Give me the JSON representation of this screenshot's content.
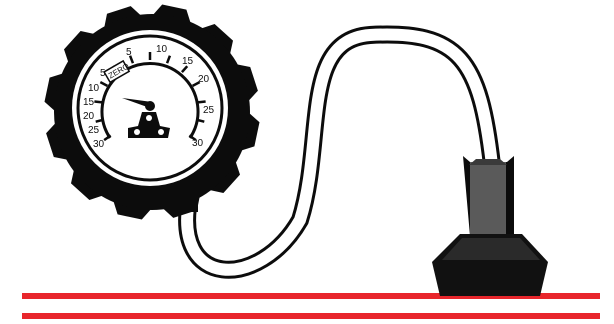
{
  "gauge": {
    "left_scale_labels": [
      "5",
      "10",
      "15",
      "20",
      "25",
      "30"
    ],
    "zero_label": "ZERO",
    "right_scale_labels": [
      "5",
      "10",
      "15",
      "20",
      "25",
      "30"
    ]
  },
  "colors": {
    "line_red": "#e8262c",
    "body_black": "#0c0c0c",
    "cup_gray": "#5a5a5a",
    "cup_black": "#111111"
  }
}
